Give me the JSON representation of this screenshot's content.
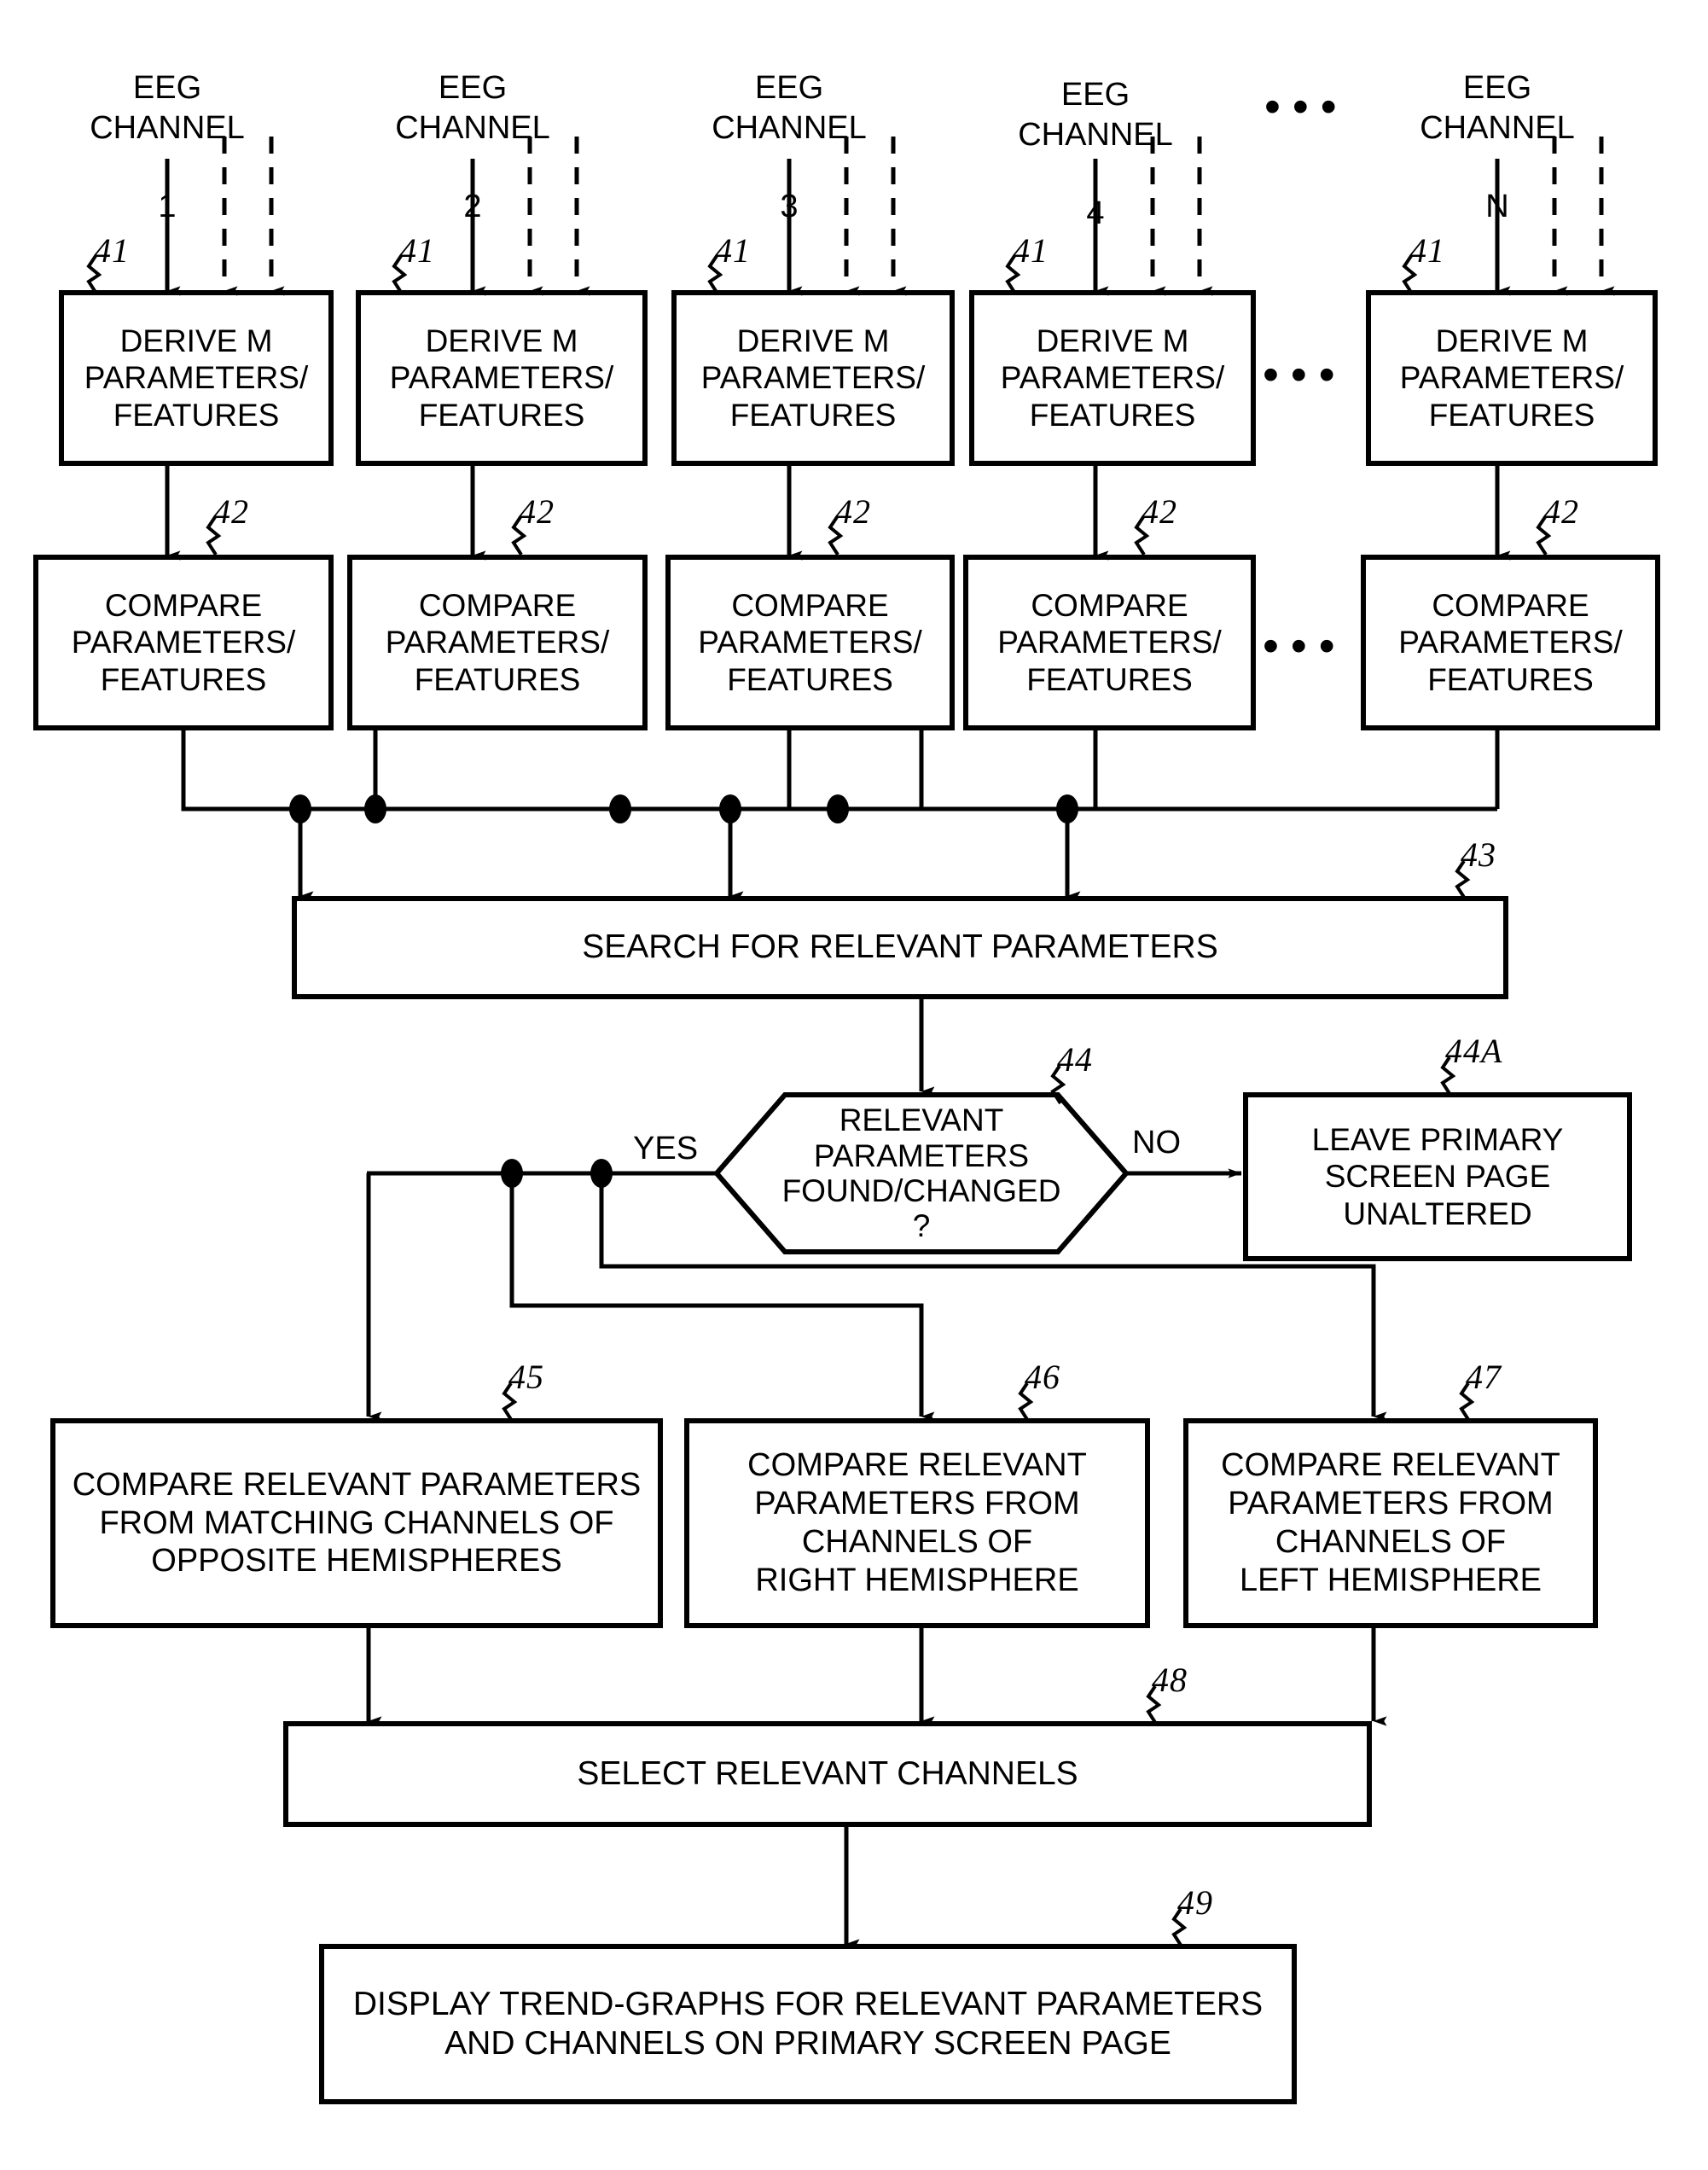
{
  "figure": {
    "type": "patent-flowchart",
    "background": "#ffffff",
    "stroke": "#000000"
  },
  "channels": [
    {
      "id": "ch1",
      "title": "EEG\nCHANNEL",
      "number": "1"
    },
    {
      "id": "ch2",
      "title": "EEG\nCHANNEL",
      "number": "2"
    },
    {
      "id": "ch3",
      "title": "EEG\nCHANNEL",
      "number": "3"
    },
    {
      "id": "ch4",
      "title": "EEG\nCHANNEL",
      "number": "4"
    },
    {
      "id": "chN",
      "title": "EEG\nCHANNEL",
      "number": "N"
    }
  ],
  "ellipsis": {
    "glyph": "•••",
    "positions": [
      "channel-header-row",
      "derive-row",
      "compare-row"
    ]
  },
  "derive_boxes": [
    {
      "ref": "41",
      "text": "DERIVE M\nPARAMETERS/\nFEATURES"
    },
    {
      "ref": "41",
      "text": "DERIVE M\nPARAMETERS/\nFEATURES"
    },
    {
      "ref": "41",
      "text": "DERIVE M\nPARAMETERS/\nFEATURES"
    },
    {
      "ref": "41",
      "text": "DERIVE M\nPARAMETERS/\nFEATURES"
    },
    {
      "ref": "41",
      "text": "DERIVE M\nPARAMETERS/\nFEATURES"
    }
  ],
  "compare_boxes": [
    {
      "ref": "42",
      "text": "COMPARE\nPARAMETERS/\nFEATURES"
    },
    {
      "ref": "42",
      "text": "COMPARE\nPARAMETERS/\nFEATURES"
    },
    {
      "ref": "42",
      "text": "COMPARE\nPARAMETERS/\nFEATURES"
    },
    {
      "ref": "42",
      "text": "COMPARE\nPARAMETERS/\nFEATURES"
    },
    {
      "ref": "42",
      "text": "COMPARE\nPARAMETERS/\nFEATURES"
    }
  ],
  "search_box": {
    "ref": "43",
    "text": "SEARCH FOR  RELEVANT PARAMETERS"
  },
  "decision": {
    "ref": "44",
    "text": "RELEVANT\nPARAMETERS\nFOUND/CHANGED\n?",
    "yes_label": "YES",
    "no_label": "NO"
  },
  "unaltered_box": {
    "ref": "44A",
    "text": "LEAVE PRIMARY\nSCREEN PAGE\nUNALTERED"
  },
  "hemisphere_boxes": [
    {
      "ref": "45",
      "text": "COMPARE RELEVANT PARAMETERS\nFROM MATCHING CHANNELS OF\nOPPOSITE HEMISPHERES"
    },
    {
      "ref": "46",
      "text": "COMPARE RELEVANT\nPARAMETERS FROM\nCHANNELS OF\nRIGHT HEMISPHERE"
    },
    {
      "ref": "47",
      "text": "COMPARE  RELEVANT\nPARAMETERS FROM\nCHANNELS OF\nLEFT HEMISPHERE"
    }
  ],
  "select_box": {
    "ref": "48",
    "text": "SELECT RELEVANT CHANNELS"
  },
  "display_box": {
    "ref": "49",
    "text": "DISPLAY TREND-GRAPHS FOR RELEVANT PARAMETERS\nAND CHANNELS ON PRIMARY SCREEN PAGE"
  }
}
